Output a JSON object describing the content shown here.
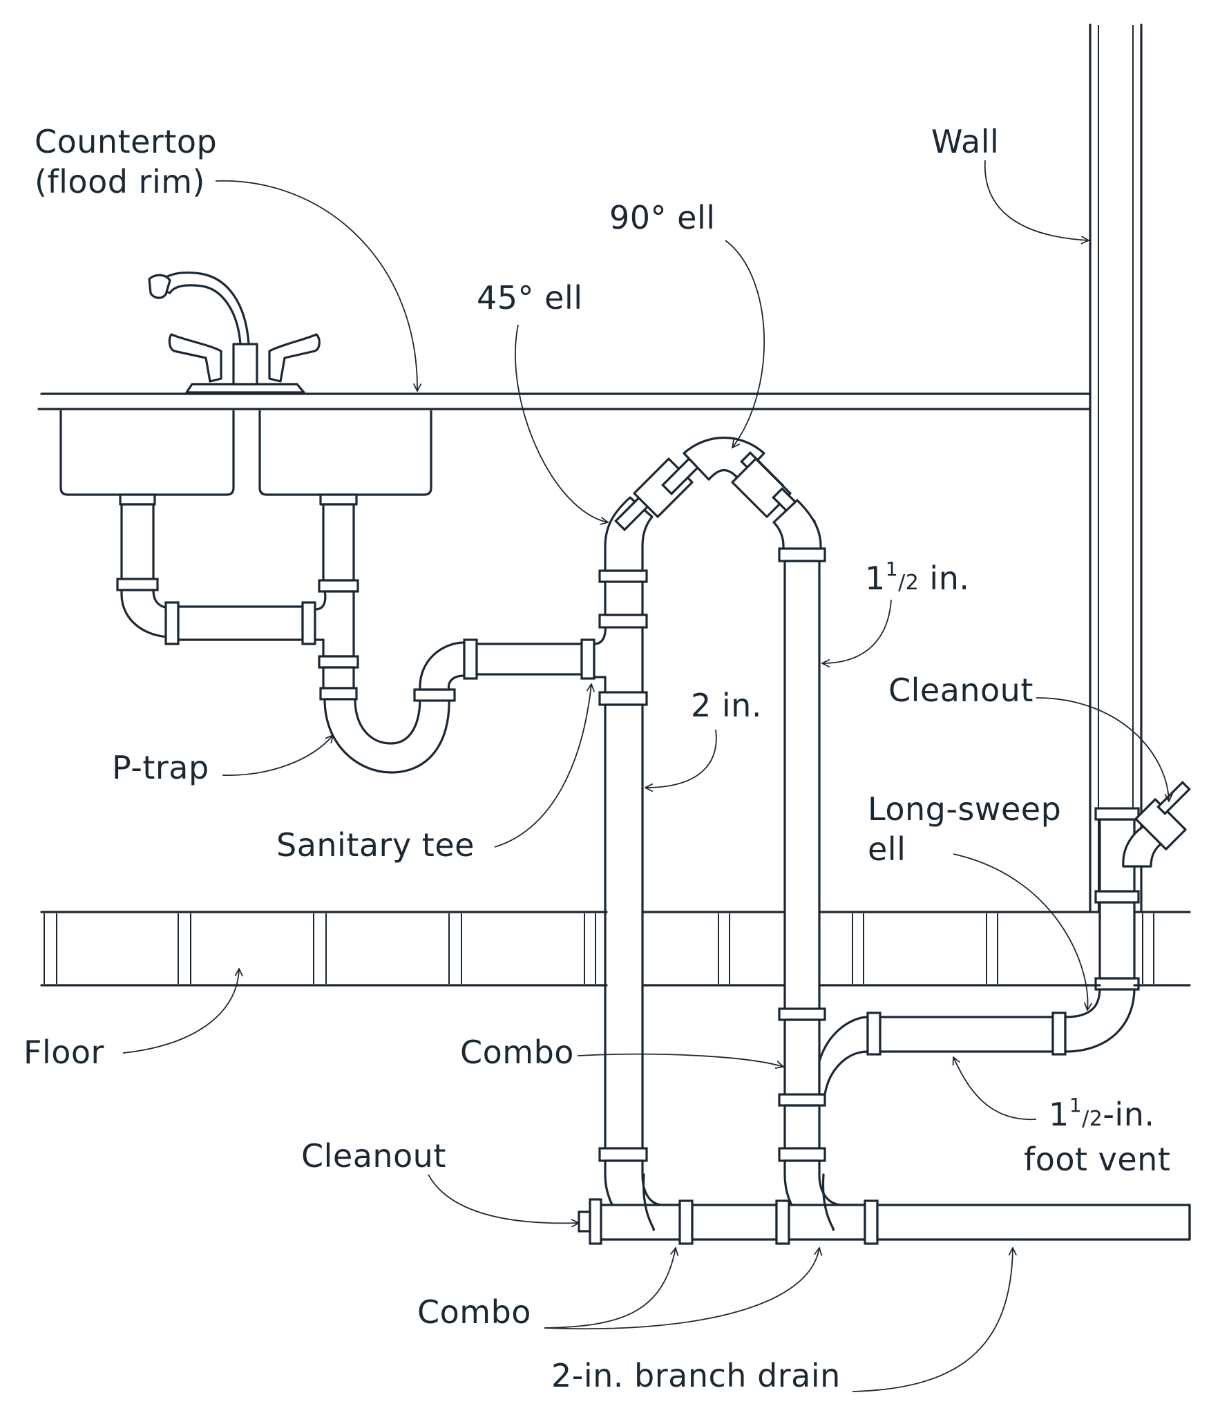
{
  "labels": {
    "countertop_line1": "Countertop",
    "countertop_line2": "(flood rim)",
    "wall": "Wall",
    "ell90": "90° ell",
    "ell45": "45° ell",
    "size_small_whole": "1",
    "size_small_num": "1",
    "size_small_den": "/2",
    "size_small_unit": " in.",
    "size_large": "2 in.",
    "cleanout_upper": "Cleanout",
    "ptrap": "P-trap",
    "longsweep_line1": "Long-sweep",
    "longsweep_line2": "ell",
    "sanitary_tee": "Sanitary tee",
    "floor": "Floor",
    "combo_middle": "Combo",
    "footvent_whole": "1",
    "footvent_num": "1",
    "footvent_den": "/2",
    "footvent_unit": "-in.",
    "footvent_line2": "foot vent",
    "cleanout_lower": "Cleanout",
    "combo_bottom": "Combo",
    "branch_drain": "2-in. branch drain"
  }
}
